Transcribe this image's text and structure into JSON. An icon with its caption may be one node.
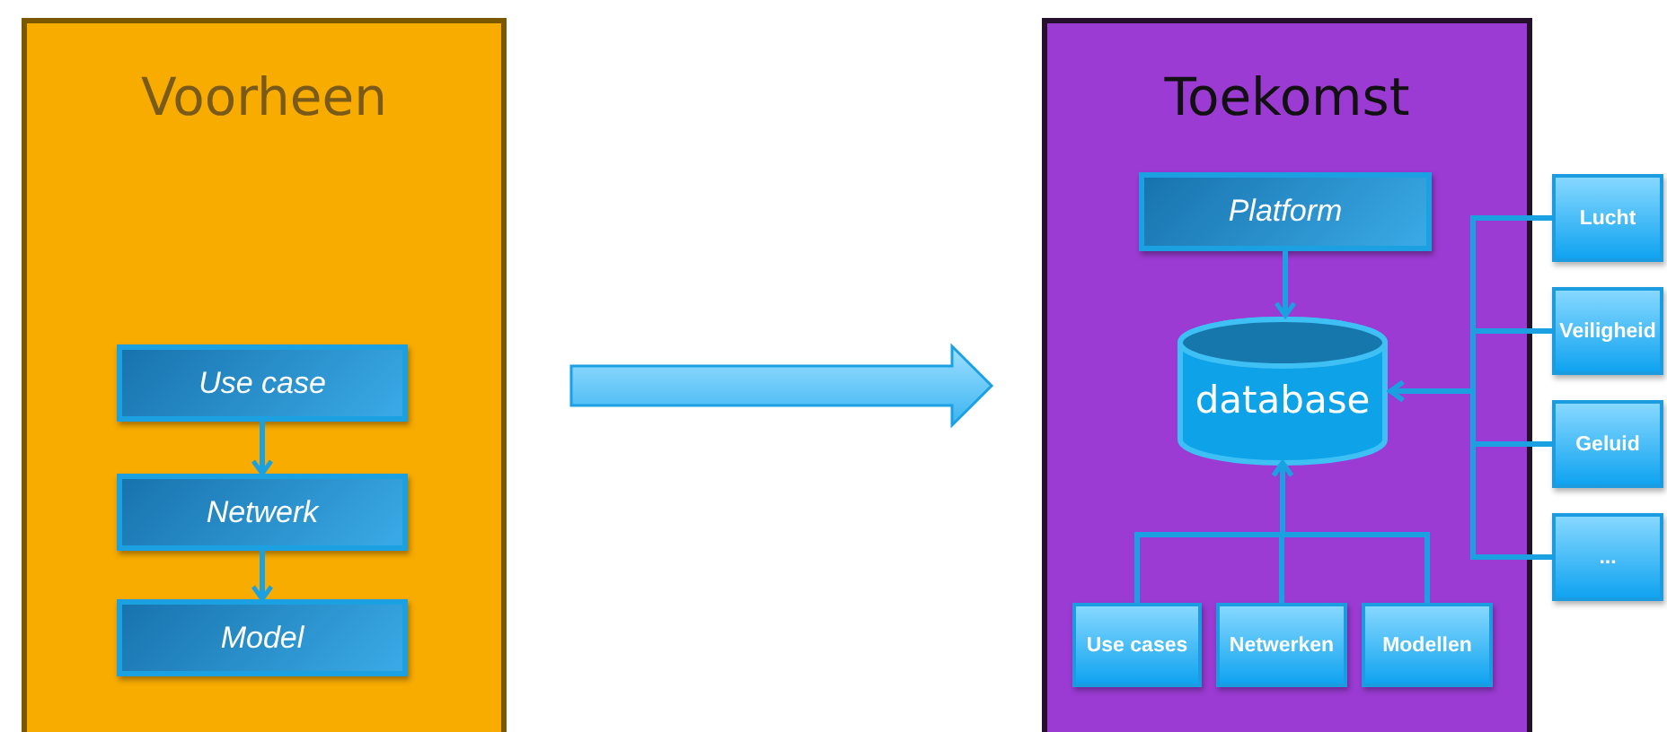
{
  "diagram": {
    "nodes": [
      {
        "text": [
          "Voorheen"
        ]
      },
      {
        "text": [
          "Use case"
        ],
        "in": 0
      },
      {
        "text": [
          "Netwerk"
        ],
        "in": 0
      },
      {
        "text": [
          "Model"
        ],
        "in": 0
      },
      {
        "text": [
          "Toekomst"
        ]
      },
      {
        "text": [
          "Platform"
        ],
        "in": 4
      },
      {
        "text": [
          "database"
        ],
        "in": 4
      },
      {
        "text": [
          "Use cases"
        ],
        "in": 4
      },
      {
        "text": [
          "Netwerken"
        ],
        "in": 4
      },
      {
        "text": [
          "Modellen"
        ],
        "in": 4
      },
      {
        "text": [
          "Lucht"
        ]
      },
      {
        "text": [
          "Veiligheid"
        ]
      },
      {
        "text": [
          "Geluid"
        ]
      },
      {
        "text": [
          "..."
        ]
      }
    ],
    "edges": [
      {
        "from": 1,
        "to": 2,
        "arrow": "to"
      },
      {
        "from": 2,
        "to": 3,
        "arrow": "to"
      },
      {
        "from": 0,
        "to": 4,
        "arrow": "to",
        "style": "thick"
      },
      {
        "from": 5,
        "to": 6,
        "arrow": "to"
      },
      {
        "from": 7,
        "to": 6,
        "arrow": "to"
      },
      {
        "from": 8,
        "to": 6,
        "arrow": "to"
      },
      {
        "from": 9,
        "to": 6,
        "arrow": "to"
      },
      {
        "from": 10,
        "to": 6,
        "arrow": "to"
      },
      {
        "from": 11,
        "to": 6,
        "arrow": "to"
      },
      {
        "from": 12,
        "to": 6,
        "arrow": "to"
      },
      {
        "from": 13,
        "to": 6,
        "arrow": "to"
      }
    ]
  }
}
